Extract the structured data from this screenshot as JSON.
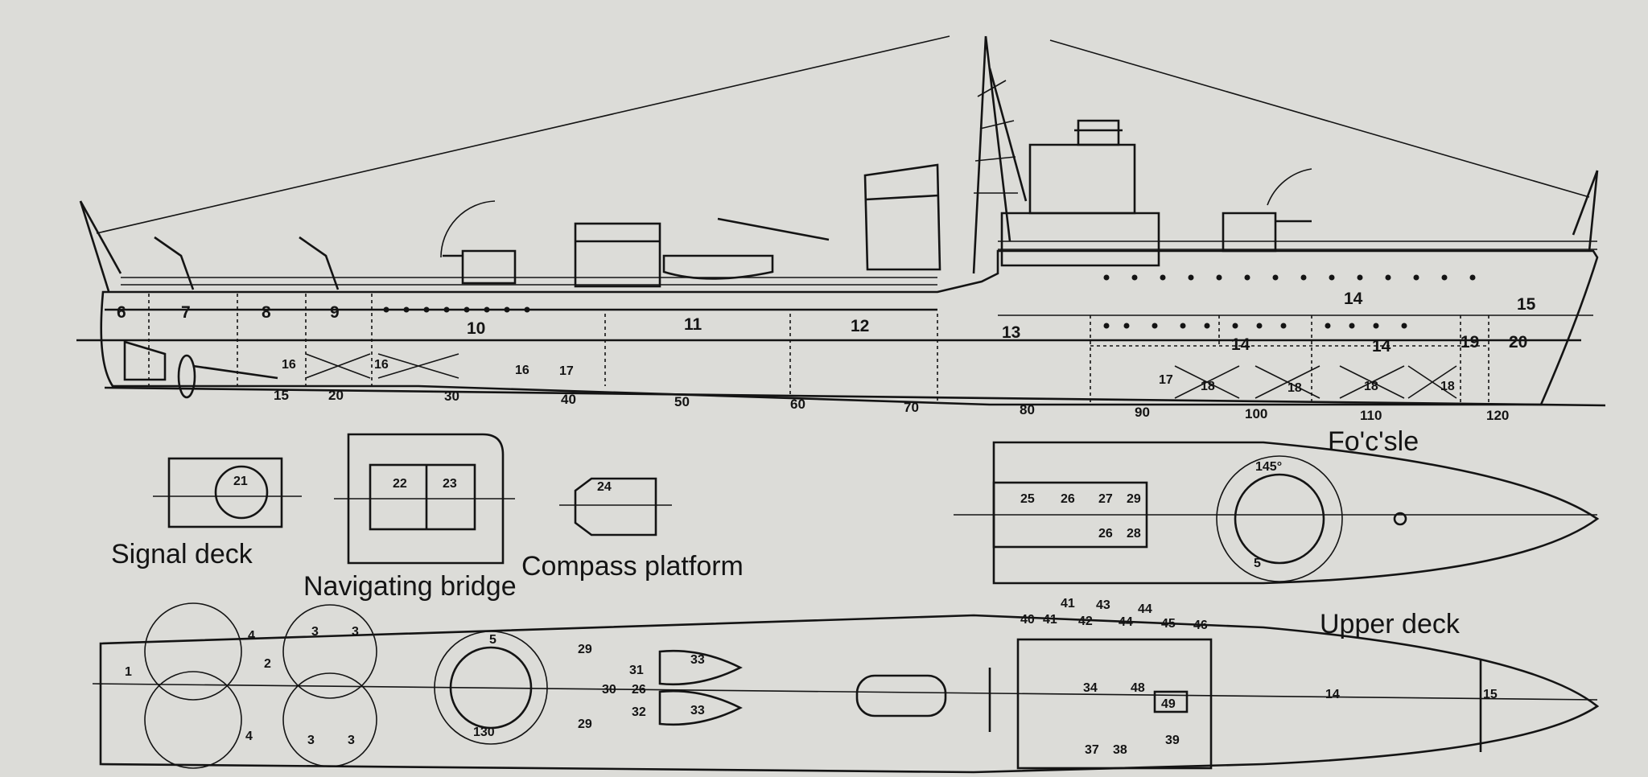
{
  "profile_compartments": [
    {
      "id": "c6",
      "label": "6"
    },
    {
      "id": "c7",
      "label": "7"
    },
    {
      "id": "c8",
      "label": "8"
    },
    {
      "id": "c9",
      "label": "9"
    },
    {
      "id": "c10",
      "label": "10"
    },
    {
      "id": "c11",
      "label": "11"
    },
    {
      "id": "c12",
      "label": "12"
    },
    {
      "id": "c13",
      "label": "13"
    },
    {
      "id": "c14a",
      "label": "14"
    },
    {
      "id": "c14b",
      "label": "14"
    },
    {
      "id": "c14c",
      "label": "14"
    },
    {
      "id": "c15",
      "label": "15"
    },
    {
      "id": "c19",
      "label": "19"
    },
    {
      "id": "c20",
      "label": "20"
    },
    {
      "id": "c16a",
      "label": "16"
    },
    {
      "id": "c16b",
      "label": "16"
    },
    {
      "id": "c16c",
      "label": "16"
    },
    {
      "id": "c17a",
      "label": "17"
    },
    {
      "id": "c17b",
      "label": "17"
    },
    {
      "id": "c18a",
      "label": "18"
    },
    {
      "id": "c18b",
      "label": "18"
    },
    {
      "id": "c18c",
      "label": "18"
    },
    {
      "id": "c18d",
      "label": "18"
    }
  ],
  "frame_scale": [
    "15",
    "20",
    "30",
    "40",
    "50",
    "60",
    "70",
    "80",
    "90",
    "100",
    "110",
    "120"
  ],
  "captions": {
    "signal_deck": "Signal deck",
    "navigating_bridge": "Navigating bridge",
    "compass_platform": "Compass platform",
    "focsle": "Fo'c'sle",
    "upper_deck": "Upper deck"
  },
  "bridge_labels": {
    "signal": "21",
    "nav_a": "22",
    "nav_b": "23",
    "compass": "24"
  },
  "focsle_labels": [
    "25",
    "26",
    "27",
    "29",
    "26",
    "28",
    "5",
    "145°"
  ],
  "upper_deck_labels": [
    "1",
    "2",
    "3",
    "3",
    "3",
    "3",
    "4",
    "4",
    "5",
    "130",
    "29",
    "29",
    "31",
    "30",
    "26",
    "32",
    "33",
    "33",
    "40",
    "41",
    "41",
    "42",
    "43",
    "44",
    "44",
    "45",
    "46",
    "34",
    "48",
    "49",
    "37",
    "38",
    "39",
    "14",
    "15"
  ]
}
